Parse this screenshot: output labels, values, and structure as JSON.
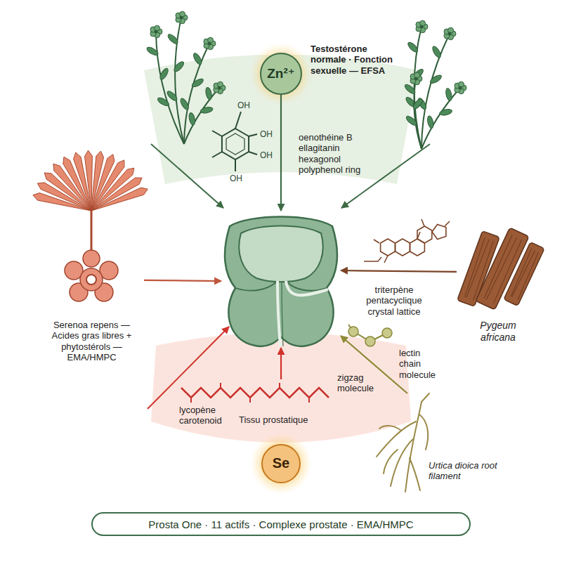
{
  "diagram": {
    "caption": "Prosta One · 11 actifs · Complexe prostate · EMA/HMPC",
    "nodes": [
      {
        "text": [
          "Zn²⁺"
        ]
      },
      {
        "text": [
          "Serenoa repens — Acides gras libres + phytostérols — EMA/HMPC"
        ]
      },
      {
        "text": [
          "Tissu prostatique"
        ]
      },
      {
        "text": [
          "Pygeum africana"
        ]
      },
      {
        "text": [
          "lycopène carotenoid"
        ]
      },
      {
        "text": [
          "Urtica dioica root filament"
        ]
      },
      {
        "text": [
          "Se"
        ]
      }
    ],
    "edges": [
      {
        "from": 0,
        "to": 2,
        "arrow": "to"
      },
      {
        "from": 1,
        "to": 2,
        "arrow": "to"
      },
      {
        "from": 3,
        "to": 2,
        "arrow": "to"
      },
      {
        "from": 4,
        "to": 2,
        "arrow": "to"
      },
      {
        "from": 5,
        "to": 2,
        "arrow": "to"
      }
    ],
    "labels": [
      "Testostérone normale · Fonction sexuelle — EFSA",
      "OH",
      "OH",
      "OH",
      "OH",
      "oenothéine B ellagitanin hexagonol polyphenol ring",
      "triterpène pentacyclique crystal lattice",
      "lectin chain molecule",
      "zigzag molecule"
    ]
  }
}
